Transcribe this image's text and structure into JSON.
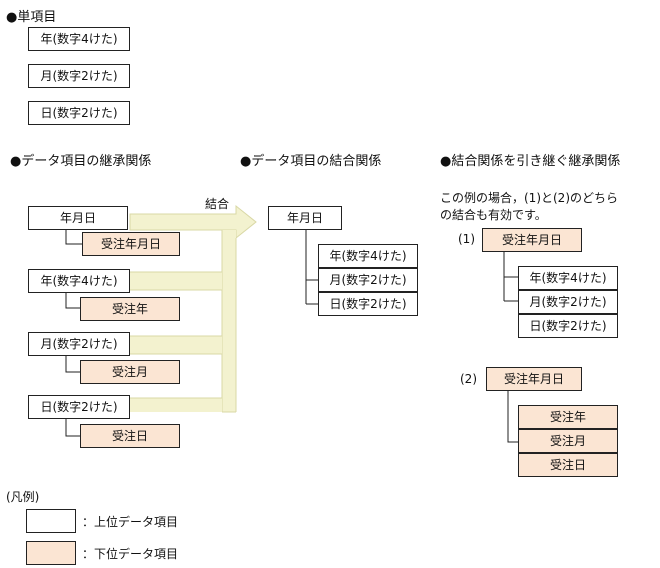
{
  "single": {
    "title": "●単項目",
    "items": [
      "年(数字4けた)",
      "月(数字2けた)",
      "日(数字2けた)"
    ]
  },
  "inherit": {
    "title": "●データ項目の継承関係",
    "pairs": [
      {
        "upper": "年月日",
        "lower": "受注年月日"
      },
      {
        "upper": "年(数字4けた)",
        "lower": "受注年"
      },
      {
        "upper": "月(数字2けた)",
        "lower": "受注月"
      },
      {
        "upper": "日(数字2けた)",
        "lower": "受注日"
      }
    ],
    "arrow_label": "結合"
  },
  "combine": {
    "title": "●データ項目の結合関係",
    "parent": "年月日",
    "children": [
      "年(数字4けた)",
      "月(数字2けた)",
      "日(数字2けた)"
    ]
  },
  "inherit_combine": {
    "title": "●結合関係を引き継ぐ継承関係",
    "note_line1": "この例の場合，(1)と(2)のどちら",
    "note_line2": "の結合も有効です。",
    "case1": {
      "label": "(1)",
      "parent": "受注年月日",
      "children": [
        "年(数字4けた)",
        "月(数字2けた)",
        "日(数字2けた)"
      ]
    },
    "case2": {
      "label": "(2)",
      "parent": "受注年月日",
      "children": [
        "受注年",
        "受注月",
        "受注日"
      ]
    }
  },
  "legend": {
    "title": "(凡例)",
    "upper_label": "：上位データ項目",
    "lower_label": "：下位データ項目"
  },
  "colors": {
    "upper_fill": "#ffffff",
    "lower_fill": "#fbe5d3",
    "arrow_fill": "#f3f2cf",
    "arrow_stroke": "#d9d8a6"
  }
}
